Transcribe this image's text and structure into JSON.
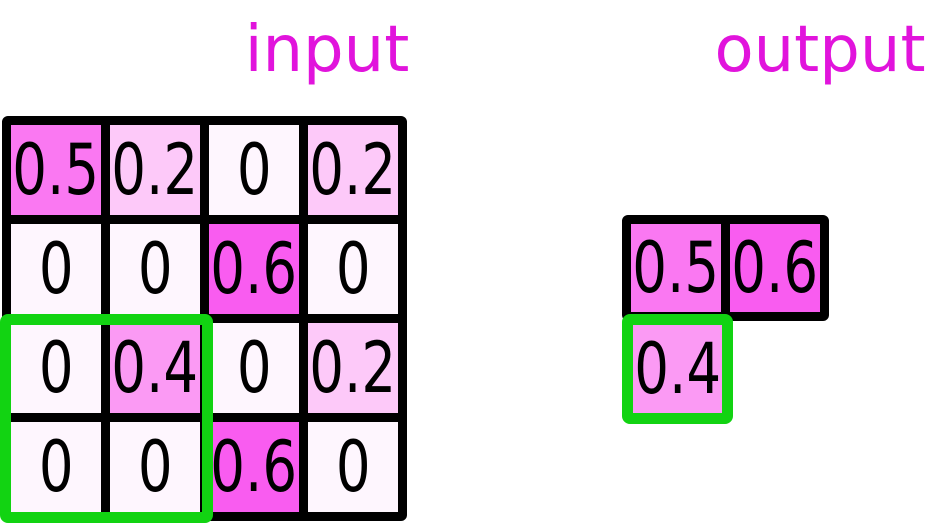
{
  "titles": {
    "input": "input",
    "output": "output"
  },
  "colors": {
    "title_text": "#e114dc",
    "grid_line": "#000000",
    "number_text": "#000000",
    "highlight_green": "#12d312",
    "value_fills": {
      "v0": "#fef6fe",
      "v02": "#fdc9f9",
      "v04": "#fb9af4",
      "v05": "#fa78f2",
      "v06": "#f95cf0"
    }
  },
  "diagram": {
    "type": "max-pooling",
    "input_grid_rows": [
      [
        "0.5",
        "0.2",
        "0",
        "0.2"
      ],
      [
        "0",
        "0",
        "0.6",
        "0"
      ],
      [
        "0",
        "0.4",
        "0",
        "0.2"
      ],
      [
        "0",
        "0",
        "0.6",
        "0"
      ]
    ],
    "highlight_window": {
      "description": "green 2x2 window over input rows 3-4, columns 1-2",
      "cells": [
        "0",
        "0.4",
        "0",
        "0"
      ],
      "result": "0.4"
    }
  },
  "input_cells": [
    {
      "value": "0.5",
      "color": "#fa78f2"
    },
    {
      "value": "0.2",
      "color": "#fdc9f9"
    },
    {
      "value": "0",
      "color": "#fef6fe"
    },
    {
      "value": "0.2",
      "color": "#fdc9f9"
    },
    {
      "value": "0",
      "color": "#fef6fe"
    },
    {
      "value": "0",
      "color": "#fef6fe"
    },
    {
      "value": "0.6",
      "color": "#f95cf0"
    },
    {
      "value": "0",
      "color": "#fef6fe"
    },
    {
      "value": "0",
      "color": "#fef6fe"
    },
    {
      "value": "0.4",
      "color": "#fb9af4"
    },
    {
      "value": "0",
      "color": "#fef6fe"
    },
    {
      "value": "0.2",
      "color": "#fdc9f9"
    },
    {
      "value": "0",
      "color": "#fef6fe"
    },
    {
      "value": "0",
      "color": "#fef6fe"
    },
    {
      "value": "0.6",
      "color": "#f95cf0"
    },
    {
      "value": "0",
      "color": "#fef6fe"
    }
  ],
  "output_cells": [
    {
      "value": "0.5",
      "color": "#fa78f2",
      "highlighted": false
    },
    {
      "value": "0.6",
      "color": "#f95cf0",
      "highlighted": false
    },
    {
      "value": "0.4",
      "color": "#fb9af4",
      "highlighted": true
    }
  ]
}
